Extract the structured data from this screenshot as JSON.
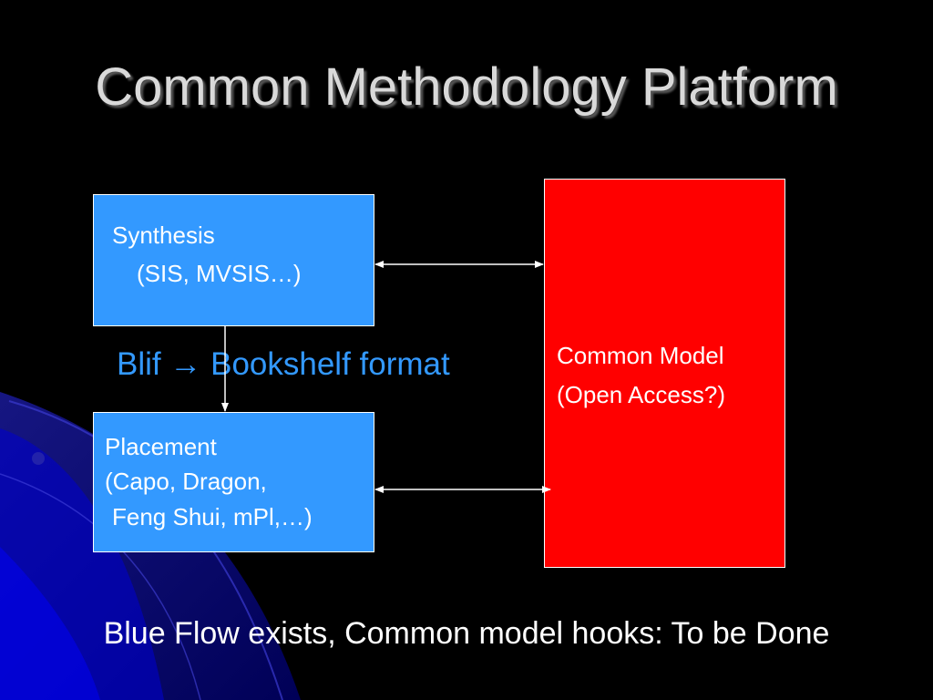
{
  "title": "Common Methodology Platform",
  "synthesis": {
    "line1": "Synthesis",
    "line2": "(SIS, MVSIS…)"
  },
  "format_label": {
    "from": "Blif",
    "arrow": "→",
    "to": "Bookshelf format"
  },
  "placement": {
    "line1": "Placement",
    "line2": "(Capo, Dragon,",
    "line3": "Feng Shui, mPl,…)"
  },
  "common_model": {
    "line1": "Common Model",
    "line2": "(Open Access?)"
  },
  "footer": "Blue Flow exists, Common model hooks: To be Done",
  "colors": {
    "background": "#000000",
    "title": "#d9d9d9",
    "flow_box": "#3399ff",
    "model_box": "#ff0000",
    "label": "#3399ff",
    "text": "#ffffff"
  }
}
